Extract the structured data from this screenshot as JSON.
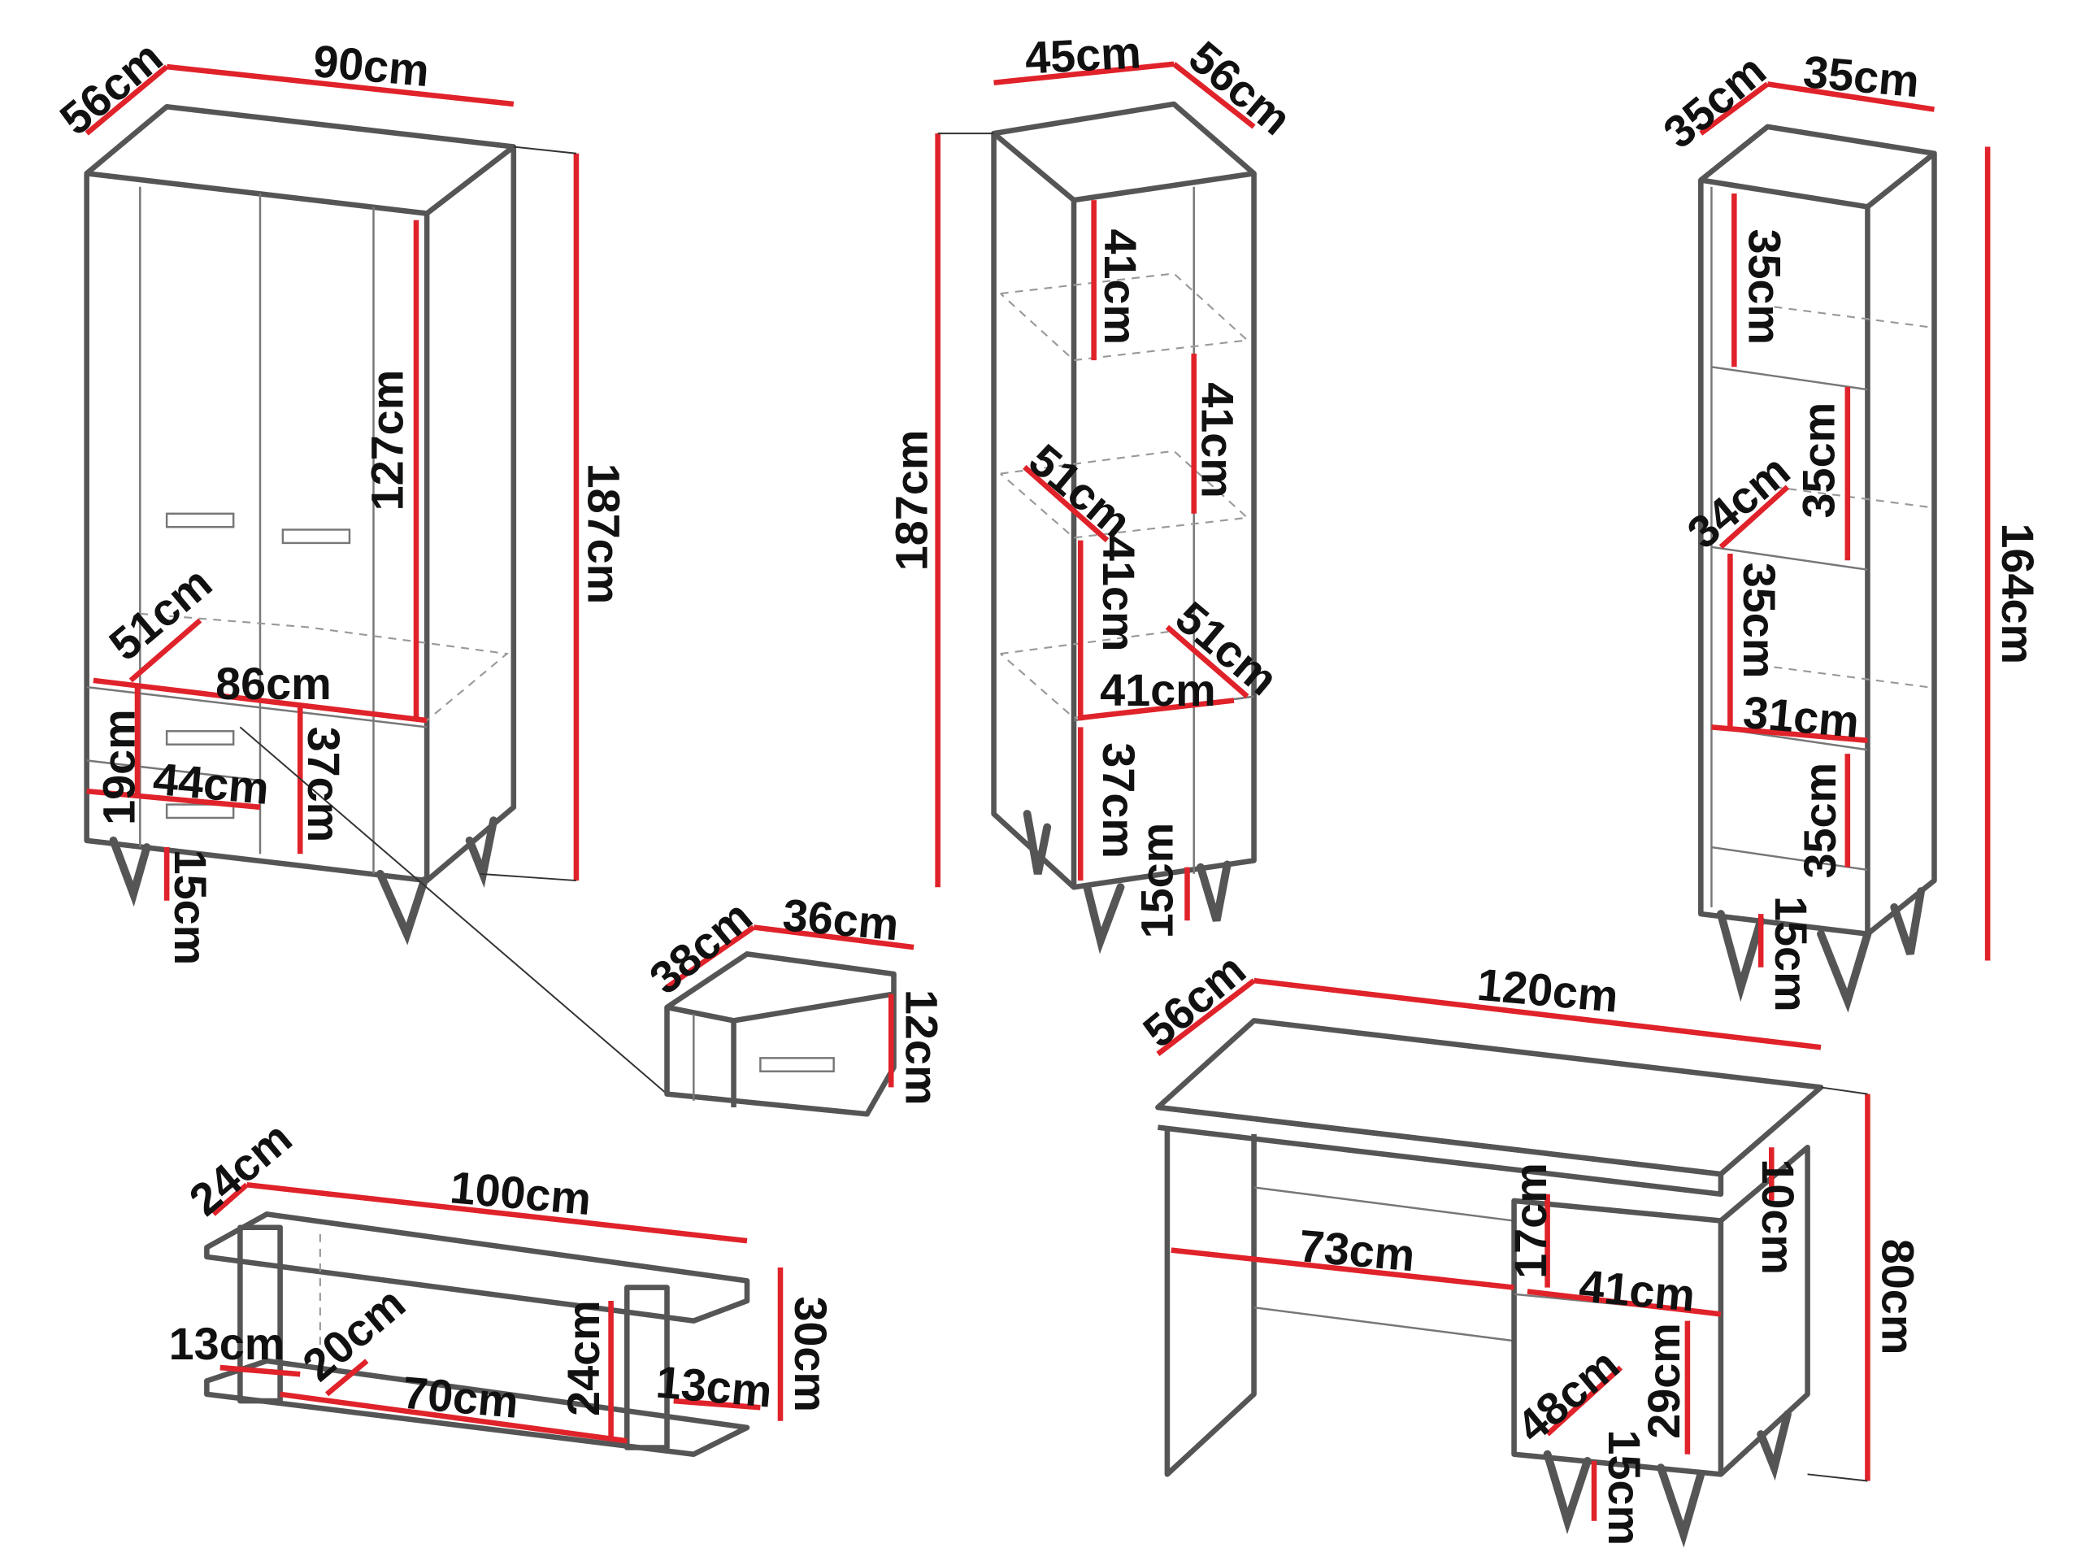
{
  "wardrobe": {
    "dims": [
      "56cm",
      "90cm",
      "187cm",
      "127cm",
      "51cm",
      "86cm",
      "19cm",
      "44cm",
      "37cm",
      "15cm"
    ]
  },
  "tall_cabinet": {
    "dims": [
      "45cm",
      "56cm",
      "187cm",
      "41cm",
      "41cm",
      "51cm",
      "41cm",
      "51cm",
      "41cm",
      "37cm",
      "15cm"
    ]
  },
  "narrow_shelf": {
    "dims": [
      "35cm",
      "35cm",
      "35cm",
      "35cm",
      "34cm",
      "35cm",
      "31cm",
      "35cm",
      "164cm",
      "15cm"
    ]
  },
  "drawer": {
    "dims": [
      "38cm",
      "36cm",
      "12cm"
    ]
  },
  "wall_shelf": {
    "dims": [
      "24cm",
      "100cm",
      "30cm",
      "13cm",
      "20cm",
      "70cm",
      "24cm",
      "13cm"
    ]
  },
  "desk": {
    "dims": [
      "56cm",
      "120cm",
      "80cm",
      "73cm",
      "17cm",
      "10cm",
      "41cm",
      "29cm",
      "48cm",
      "15cm"
    ]
  },
  "colors": {
    "dimension": "#e0222a",
    "outline": "#555555"
  }
}
